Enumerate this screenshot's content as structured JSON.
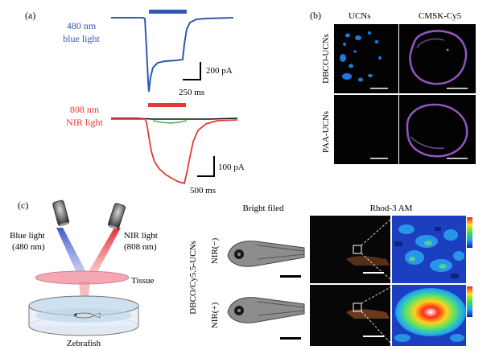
{
  "panel_a": {
    "label": "(a)",
    "blue_label_line1": "480 nm",
    "blue_label_line2": "blue light",
    "red_label_line1": "808 nm",
    "red_label_line2": "NIR light",
    "scale1_y": "200 pA",
    "scale1_x": "250 ms",
    "scale2_y": "100 pA",
    "scale2_x": "500 ms",
    "colors": {
      "blue": "#2f59b5",
      "red": "#e53a34",
      "black": "#111111",
      "green": "#4caf50"
    }
  },
  "panel_b": {
    "label": "(b)",
    "col1": "UCNs",
    "col2": "CMSK-Cy5",
    "row1": "DBCO-UCNs",
    "row2": "PAA-UCNs",
    "colors": {
      "ucn": "#1f7ae0",
      "cy5": "#a25fd6"
    }
  },
  "panel_c": {
    "label": "(c)",
    "blue_light": "Blue light",
    "blue_nm": "(480 nm)",
    "nir_light": "NIR light",
    "nir_nm": "(808 nm)",
    "tissue": "Tissue",
    "zebrafish": "Zebrafish",
    "col_bright": "Bright filed",
    "col_rhod": "Rhod-3 AM",
    "row_group": "DBCO/Cy5.5-UCNs",
    "row1": "NIR(−)",
    "row2": "NIR(+)"
  }
}
